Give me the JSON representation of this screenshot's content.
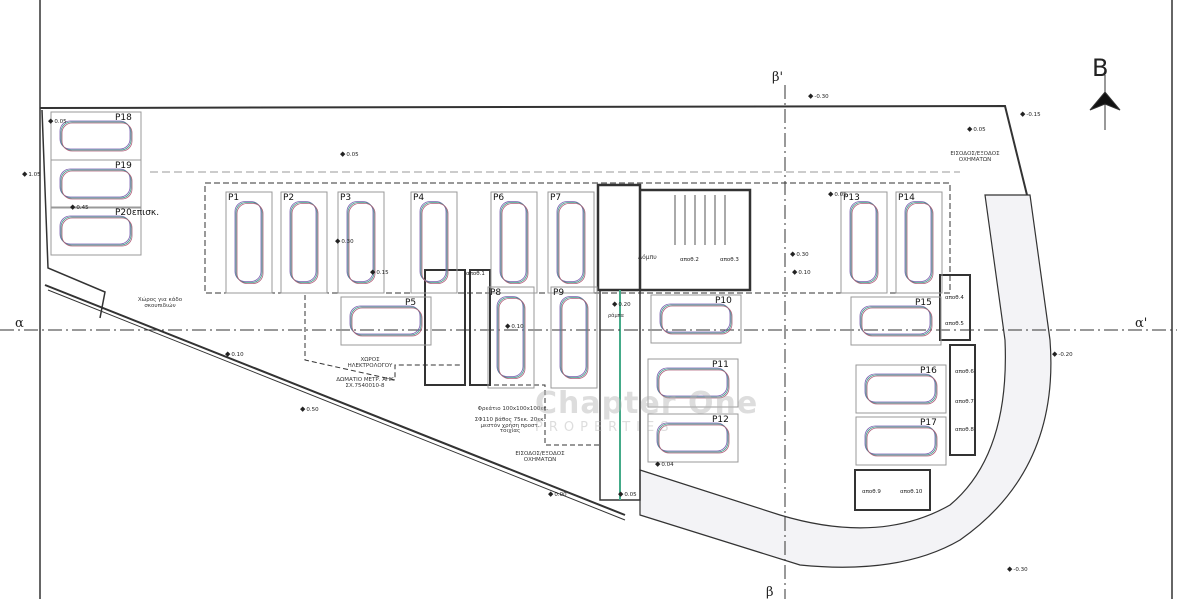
{
  "north_arrow": {
    "label": "B"
  },
  "sections": {
    "a": "α",
    "a_prime": "α'",
    "b": "β",
    "b_prime": "β'"
  },
  "parking": [
    "P1",
    "P2",
    "P3",
    "P4",
    "P5",
    "P6",
    "P7",
    "P8",
    "P9",
    "P10",
    "P11",
    "P12",
    "P13",
    "P14",
    "P15",
    "P16",
    "P17",
    "P18",
    "P19",
    "P20επισκ."
  ],
  "storage": [
    "αποθ.1",
    "αποθ.2",
    "αποθ.3",
    "αποθ.4",
    "αποθ.5",
    "αποθ.6",
    "αποθ.7",
    "αποθ.8",
    "αποθ.9",
    "αποθ.10"
  ],
  "rooms": {
    "lobby": "Λόμπυ",
    "bin_area": "Χώρος για κάδο σκουπιδιών",
    "electrician": "ΧΩΡΟΣ ΗΛΕΚΤΡΟΛΟΓΟΥ",
    "meter_room": "ΔΩΜΑΤΙΟ ΜΕΤΡ. ΑΗΚ ΣΧ.7540010-8",
    "manhole": "Φρεάτιο 100x100x100εκ.",
    "pipe_note": "ΣΦ110 βάθος 75εκ. 20εκ. μεστόν χρήση προστ. τοιχίας",
    "entrance_exit_1": "ΕΙΣΟΔΟΣ/ΕΞΟΔΟΣ ΟΧΗΜΑΤΩΝ",
    "entrance_exit_2": "ΕΙΣΟΔΟΣ/ΕΞΟΔΟΣ ΟΧΗΜΑΤΩΝ",
    "ramp": "ράμπα"
  },
  "levels": [
    "0.05",
    "1.05",
    "0.45",
    "0.05",
    "0.30",
    "0.15",
    "0.10",
    "0.50",
    "0.10",
    "0.00",
    "0.05",
    "0.20",
    "0.30",
    "0.10",
    "-0.30",
    "-0.15",
    "0.05",
    "-0.20",
    "0.04",
    "-0.30",
    "0.05"
  ],
  "watermark": {
    "line1": "Chapter One",
    "line2": "PROPERTIES"
  },
  "colors": {
    "line": "#333333",
    "car_a": "#7a5fb0",
    "car_b": "#3c9a8a",
    "car_c": "#b05f7a",
    "planting": "#8a8aa0"
  }
}
